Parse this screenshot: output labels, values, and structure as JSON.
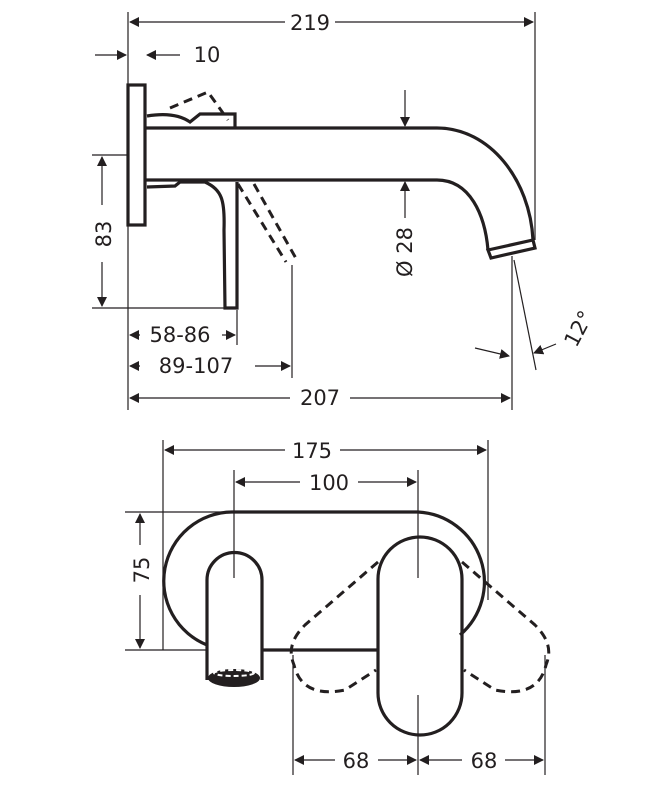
{
  "title": "Wall-mounted basin mixer technical drawing",
  "colors": {
    "line": "#231f20",
    "background": "#ffffff"
  },
  "side_view": {
    "dimensions": {
      "total_length": "219",
      "plate_thickness": "10",
      "height": "83",
      "spout_diameter": "Ø 28",
      "lever_range": "58-86",
      "lever_tip_range": "89-107",
      "spout_projection": "207",
      "spout_angle": "12°"
    }
  },
  "front_view": {
    "dimensions": {
      "plate_width": "175",
      "center_distance": "100",
      "plate_height": "75",
      "lever_swing_left": "68",
      "lever_swing_right": "68"
    }
  }
}
